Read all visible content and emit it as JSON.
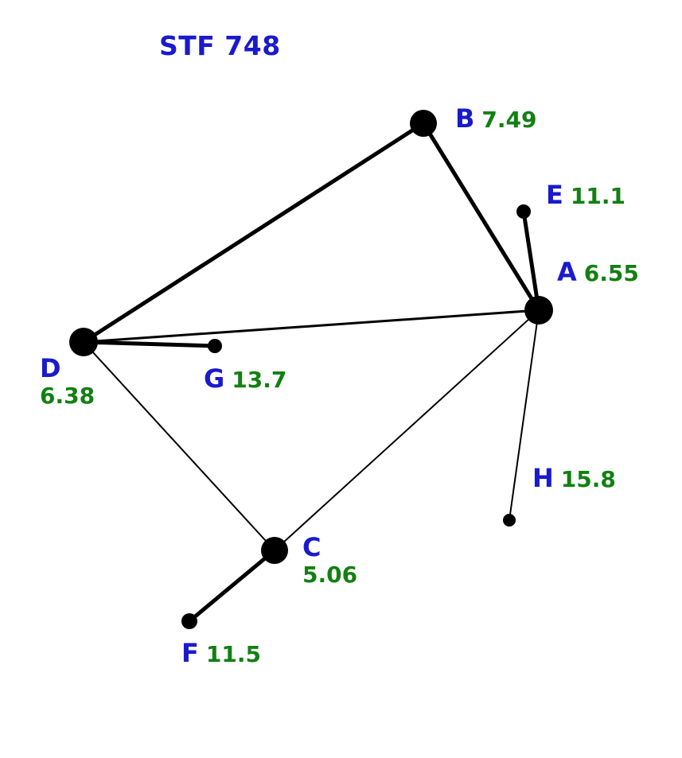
{
  "chart_data": {
    "type": "scatter",
    "title": "STF 748",
    "subtitle": "",
    "xlabel": "",
    "ylabel": "",
    "xlim": [
      0,
      857
    ],
    "ylim": [
      0,
      953
    ],
    "grid": false,
    "legend": "none",
    "description": "Double/multiple star system diagram showing components A-H plotted at relative sky positions, each annotated with its visual magnitude. Line segments join components that are catalogued as measured pairs.",
    "units": {
      "position": "pixels",
      "magnitude": "visual magnitude"
    },
    "points": [
      {
        "id": "A",
        "magnitude": "6.55",
        "x": 677,
        "y": 390,
        "radius": 18,
        "size": "large"
      },
      {
        "id": "B",
        "magnitude": "7.49",
        "x": 532,
        "y": 155,
        "radius": 17,
        "size": "large"
      },
      {
        "id": "C",
        "magnitude": "5.06",
        "x": 345,
        "y": 692,
        "radius": 17,
        "size": "large"
      },
      {
        "id": "D",
        "magnitude": "6.38",
        "x": 105,
        "y": 430,
        "radius": 18,
        "size": "large"
      },
      {
        "id": "E",
        "magnitude": "11.1",
        "x": 658,
        "y": 266,
        "radius": 9,
        "size": "small"
      },
      {
        "id": "F",
        "magnitude": "11.5",
        "x": 238,
        "y": 781,
        "radius": 10,
        "size": "small"
      },
      {
        "id": "G",
        "magnitude": "13.7",
        "x": 270,
        "y": 435,
        "radius": 9,
        "size": "small"
      },
      {
        "id": "H",
        "magnitude": "15.8",
        "x": 640,
        "y": 654,
        "radius": 8,
        "size": "small"
      }
    ],
    "edges": [
      {
        "from": "D",
        "to": "B",
        "width": 5
      },
      {
        "from": "B",
        "to": "A",
        "width": 5
      },
      {
        "from": "D",
        "to": "A",
        "width": 3
      },
      {
        "from": "D",
        "to": "G",
        "width": 5
      },
      {
        "from": "D",
        "to": "C",
        "width": 2
      },
      {
        "from": "A",
        "to": "E",
        "width": 5
      },
      {
        "from": "A",
        "to": "C",
        "width": 2
      },
      {
        "from": "A",
        "to": "H",
        "width": 2
      },
      {
        "from": "C",
        "to": "F",
        "width": 5
      }
    ],
    "labels": [
      {
        "id": "A",
        "text": "A",
        "magnitude": "6.55",
        "x": 700,
        "y": 326,
        "layout": "inline"
      },
      {
        "id": "B",
        "text": "B",
        "magnitude": "7.49",
        "x": 572,
        "y": 133,
        "layout": "inline"
      },
      {
        "id": "C",
        "text": "C",
        "magnitude": "5.06",
        "x": 380,
        "y": 672,
        "layout": "stacked"
      },
      {
        "id": "D",
        "text": "D",
        "magnitude": "6.38",
        "x": 50,
        "y": 447,
        "layout": "stacked"
      },
      {
        "id": "E",
        "text": "E",
        "magnitude": "11.1",
        "x": 686,
        "y": 229,
        "layout": "inline"
      },
      {
        "id": "F",
        "text": "F",
        "magnitude": "11.5",
        "x": 228,
        "y": 805,
        "layout": "inline"
      },
      {
        "id": "G",
        "text": "G",
        "magnitude": "13.7",
        "x": 256,
        "y": 460,
        "layout": "inline"
      },
      {
        "id": "H",
        "text": "H",
        "magnitude": "15.8",
        "x": 669,
        "y": 585,
        "layout": "inline"
      }
    ],
    "title_position": {
      "x": 200,
      "y": 38
    },
    "colors": {
      "background": "#ffffff",
      "star": "#000000",
      "edge": "#000000",
      "component_label": "#1a1acc",
      "magnitude_label": "#128012",
      "title": "#1a1acc"
    }
  }
}
